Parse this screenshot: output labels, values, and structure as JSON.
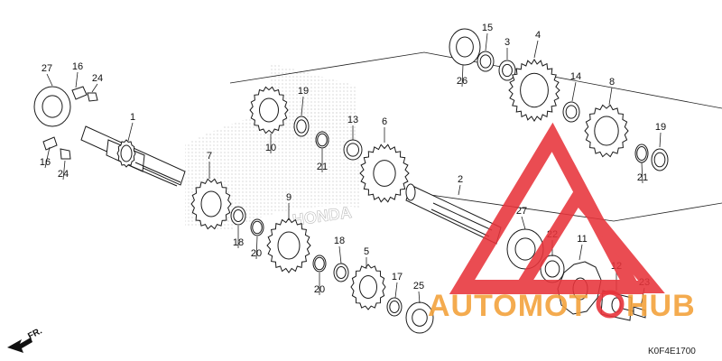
{
  "diagram": {
    "diagram_code": "K0F4E1700",
    "front_marker": "FR.",
    "callouts": [
      "27",
      "16",
      "24",
      "1",
      "16",
      "24",
      "7",
      "18",
      "20",
      "9",
      "18",
      "20",
      "5",
      "17",
      "25",
      "10",
      "19",
      "21",
      "13",
      "6",
      "26",
      "15",
      "3",
      "4",
      "14",
      "8",
      "19",
      "21",
      "2",
      "27",
      "22",
      "11",
      "12",
      "23"
    ]
  },
  "watermark": {
    "brand_left": "AUTOMOT",
    "brand_right": "HUB",
    "color_primary": "#e8343b",
    "color_secondary": "#f3a33c"
  },
  "background_logo": {
    "text": "HONDA"
  },
  "colors": {
    "line": "#1a1a1a",
    "part_fill": "#ffffff",
    "shade": "#9a9a9a",
    "background": "#ffffff"
  }
}
